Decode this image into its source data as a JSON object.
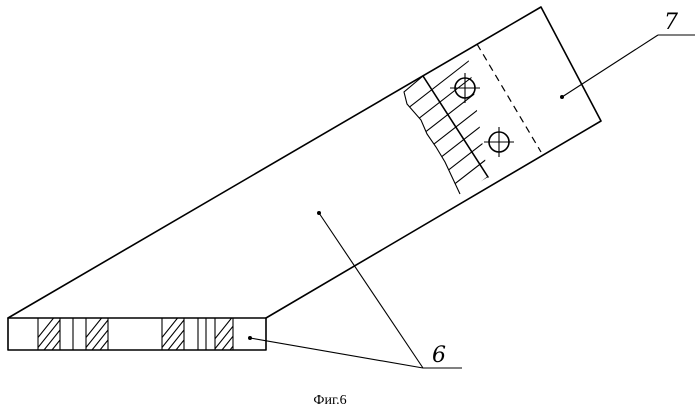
{
  "labels": {
    "part_7": "7",
    "part_6": "6"
  },
  "caption": "Фиг.6"
}
